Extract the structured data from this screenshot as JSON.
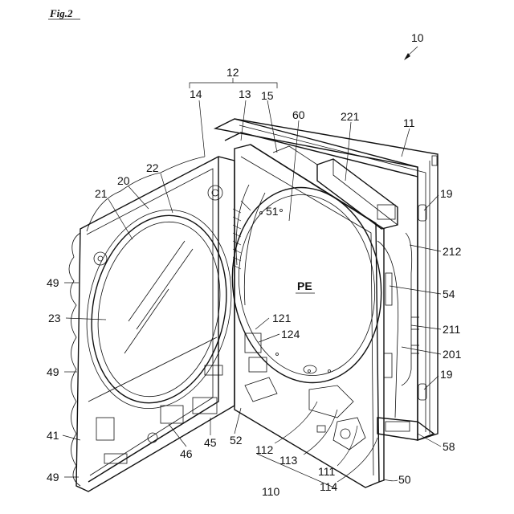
{
  "figure_caption": "Fig.2",
  "labels": {
    "l10": "10",
    "l12": "12",
    "l14": "14",
    "l13": "13",
    "l15": "15",
    "l60": "60",
    "l221": "221",
    "l11": "11",
    "l22": "22",
    "l20": "20",
    "l21": "21",
    "l51": "51",
    "l19a": "19",
    "l212": "212",
    "l49a": "49",
    "l54": "54",
    "l23": "23",
    "l121": "121",
    "l124": "124",
    "l211": "211",
    "l201": "201",
    "l49b": "49",
    "l19b": "19",
    "l41": "41",
    "l45": "45",
    "l52": "52",
    "l46": "46",
    "l112": "112",
    "l58": "58",
    "l113": "113",
    "l49c": "49",
    "l111": "111",
    "l114": "114",
    "l50": "50",
    "l110": "110",
    "pe": "PE"
  }
}
